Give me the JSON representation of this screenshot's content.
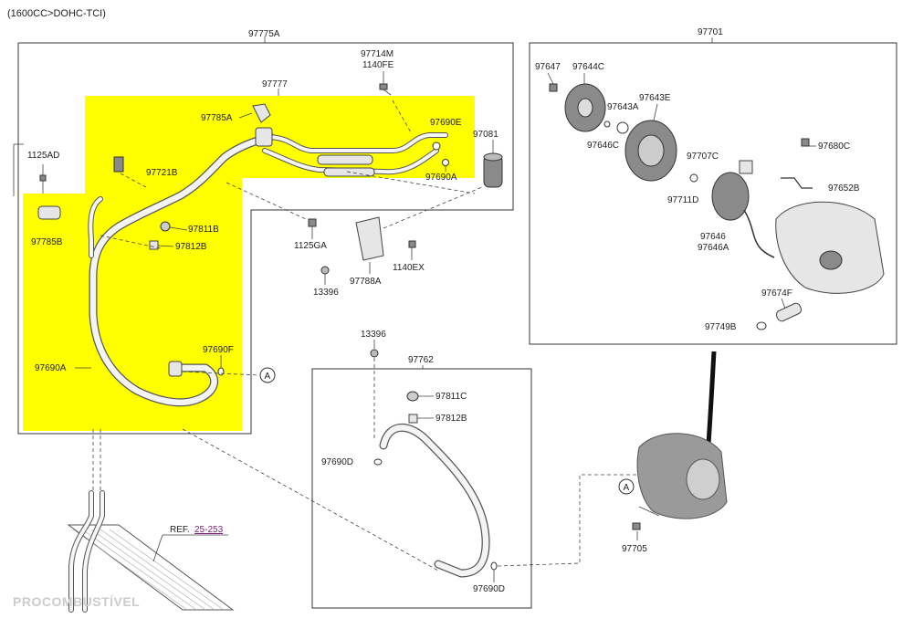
{
  "header": {
    "engine": "(1600CC>DOHC-TCI)"
  },
  "groups": {
    "hose_assembly": "97775A",
    "compressor_assembly": "97701",
    "suction_hose": "97762",
    "discharge_hose": "97777"
  },
  "labels": {
    "p97714M": "97714M",
    "p1140FE": "1140FE",
    "p97785A": "97785A",
    "p97690E": "97690E",
    "p97081": "97081",
    "p1125AD": "1125AD",
    "p97721B": "97721B",
    "p97690A_top": "97690A",
    "p97811B": "97811B",
    "p97812B": "97812B",
    "p1125GA": "1125GA",
    "p97785B": "97785B",
    "p13396_a": "13396",
    "p97788A": "97788A",
    "p1140EX": "1140EX",
    "p97690F": "97690F",
    "p97690A_left": "97690A",
    "p97647": "97647",
    "p97644C": "97644C",
    "p97643E": "97643E",
    "p97643A": "97643A",
    "p97646C": "97646C",
    "p97707C": "97707C",
    "p97680C": "97680C",
    "p97711D": "97711D",
    "p97652B": "97652B",
    "p97646": "97646",
    "p97646A": "97646A",
    "p97674F": "97674F",
    "p97749B": "97749B",
    "p13396_b": "13396",
    "p97811C": "97811C",
    "p97812B_b": "97812B",
    "p97690D_a": "97690D",
    "p97690D_b": "97690D",
    "p97705": "97705",
    "ref_prefix": "REF.",
    "ref_link": "25-253",
    "callout_a": "A"
  },
  "watermark": "PROCOMBUSTÍVEL",
  "colors": {
    "highlight": "#ffff00",
    "line": "#333333",
    "ref_link": "#7b1c7b",
    "cable": "#111111"
  }
}
